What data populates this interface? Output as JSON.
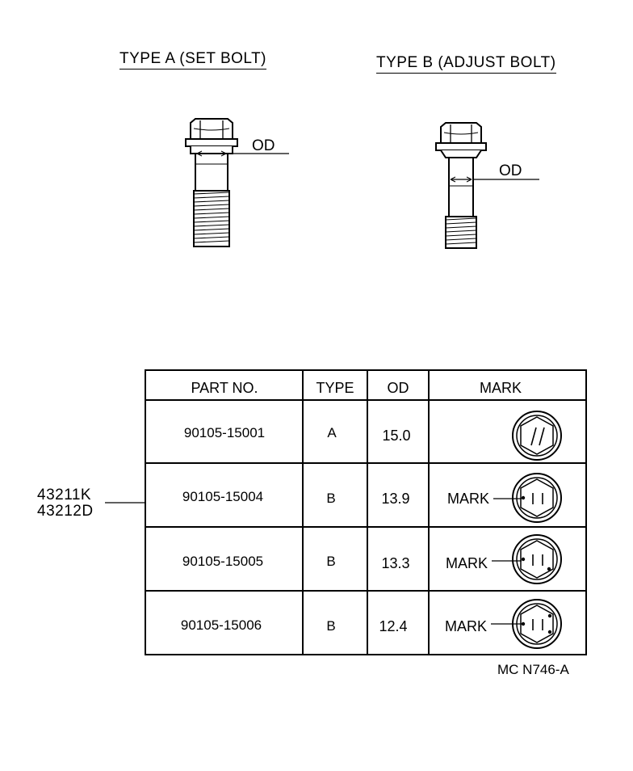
{
  "headings": {
    "type_a": "TYPE A (SET BOLT)",
    "type_b": "TYPE B (ADJUST BOLT)"
  },
  "callouts": {
    "od_a": "OD",
    "od_b": "OD"
  },
  "part_refs": [
    "43211K",
    "43212D"
  ],
  "table": {
    "headers": [
      "PART NO.",
      "TYPE",
      "OD",
      "MARK"
    ],
    "rows": [
      {
        "part_no": "90105-15001",
        "type": "A",
        "od": "15.0",
        "mark_label": "",
        "mark_icon": "two-slash-mark-icon"
      },
      {
        "part_no": "90105-15004",
        "type": "B",
        "od": "13.9",
        "mark_label": "MARK",
        "mark_icon": "hex-one-dot-mark-icon"
      },
      {
        "part_no": "90105-15005",
        "type": "B",
        "od": "13.3",
        "mark_label": "MARK",
        "mark_icon": "hex-two-dot-mark-icon"
      },
      {
        "part_no": "90105-15006",
        "type": "B",
        "od": "12.4",
        "mark_label": "MARK",
        "mark_icon": "hex-three-dot-mark-icon"
      }
    ]
  },
  "doc_code": "MC N746-A"
}
